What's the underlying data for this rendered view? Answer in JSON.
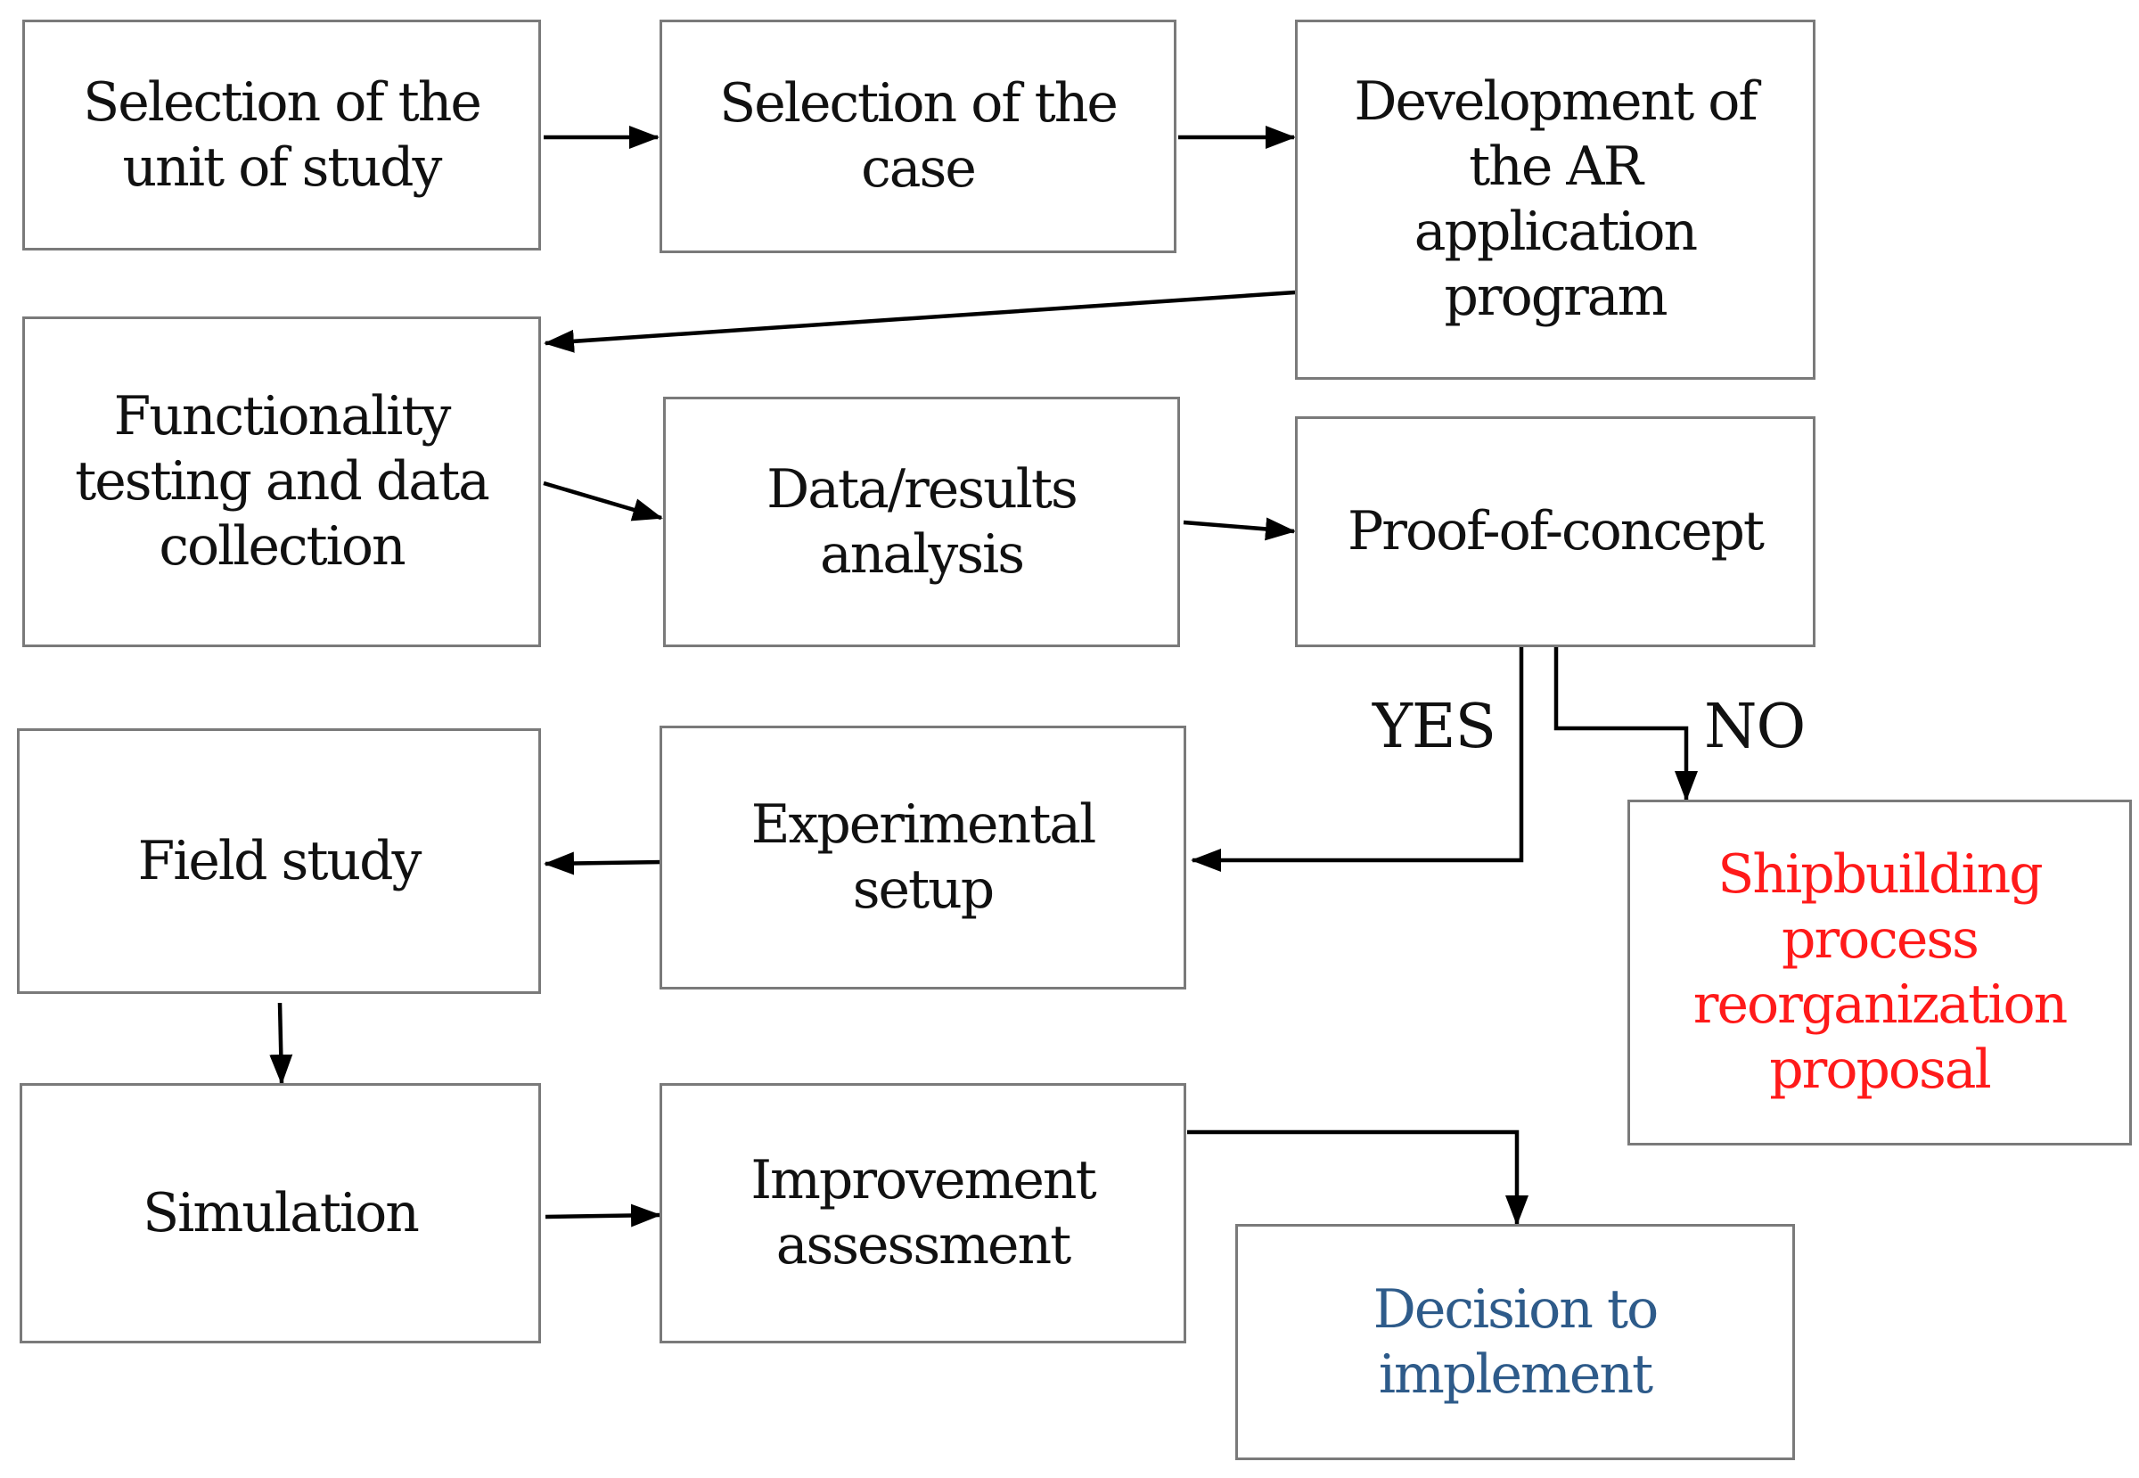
{
  "colors": {
    "default_text": "#111111",
    "negative_outcome": "#ff1a1a",
    "decision_text": "#2e5b8a",
    "box_border": "#7a7a7a",
    "arrow": "#000000"
  },
  "nodes": {
    "unit_selection": "Selection of the\nunit of study",
    "case_selection": "Selection of the\ncase",
    "ar_development": "Development of\nthe AR\napplication\nprogram",
    "functionality_testing": "Functionality\ntesting and data\ncollection",
    "results_analysis": "Data/results\nanalysis",
    "proof_of_concept": "Proof-of-concept",
    "field_study": "Field study",
    "experimental_setup": "Experimental\nsetup",
    "reorganization_proposal": "Shipbuilding\nprocess\nreorganization\nproposal",
    "simulation": "Simulation",
    "improvement_assessment": "Improvement\nassessment",
    "decision_to_implement": "Decision to\nimplement"
  },
  "edge_labels": {
    "yes": "YES",
    "no": "NO"
  }
}
